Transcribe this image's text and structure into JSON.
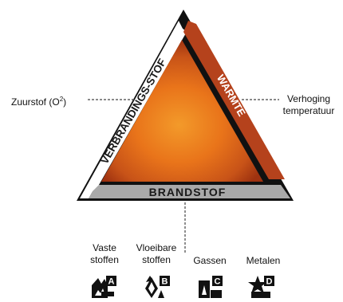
{
  "triangle": {
    "side_left": "VERBRANDINGS-STOF",
    "side_right": "WARMTE",
    "side_bottom": "BRANDSTOF"
  },
  "labels": {
    "oxygen_text": "Zuurstof (O",
    "oxygen_sup": "2",
    "oxygen_close": ")",
    "heat_line1": "Verhoging",
    "heat_line2": "temperatuur"
  },
  "fuel_classes": [
    {
      "line1": "Vaste",
      "line2": "stoffen",
      "letter": "A",
      "icon": "solid-fuel-icon"
    },
    {
      "line1": "Vloeibare",
      "line2": "stoffen",
      "letter": "B",
      "icon": "liquid-fuel-icon"
    },
    {
      "line1": "Gassen",
      "line2": "",
      "letter": "C",
      "icon": "gas-fuel-icon"
    },
    {
      "line1": "Metalen",
      "line2": "",
      "letter": "D",
      "icon": "metal-fuel-icon"
    }
  ],
  "colors": {
    "warmte_band": "#b5421c",
    "verbranding_band": "#ffffff",
    "brandstof_band": "#a9a9a9",
    "fire_center": "#f07a14",
    "fire_edge": "#a8340f"
  }
}
